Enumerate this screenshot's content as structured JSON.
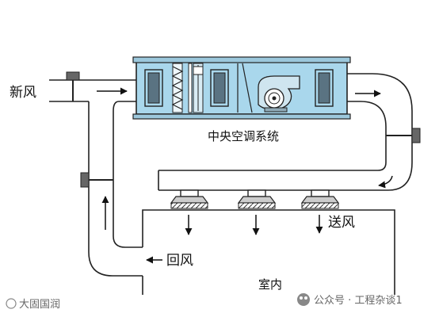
{
  "labels": {
    "fresh_air": "新风",
    "system": "中央空调系统",
    "supply_air": "送风",
    "return_air": "回风",
    "indoor": "室内"
  },
  "watermarks": {
    "left": "大固国润",
    "right": "公众号 · 工程杂谈1"
  },
  "colors": {
    "unit_fill": "#a9d7ec",
    "unit_panel": "#5a7382",
    "duct_line": "#222222"
  }
}
